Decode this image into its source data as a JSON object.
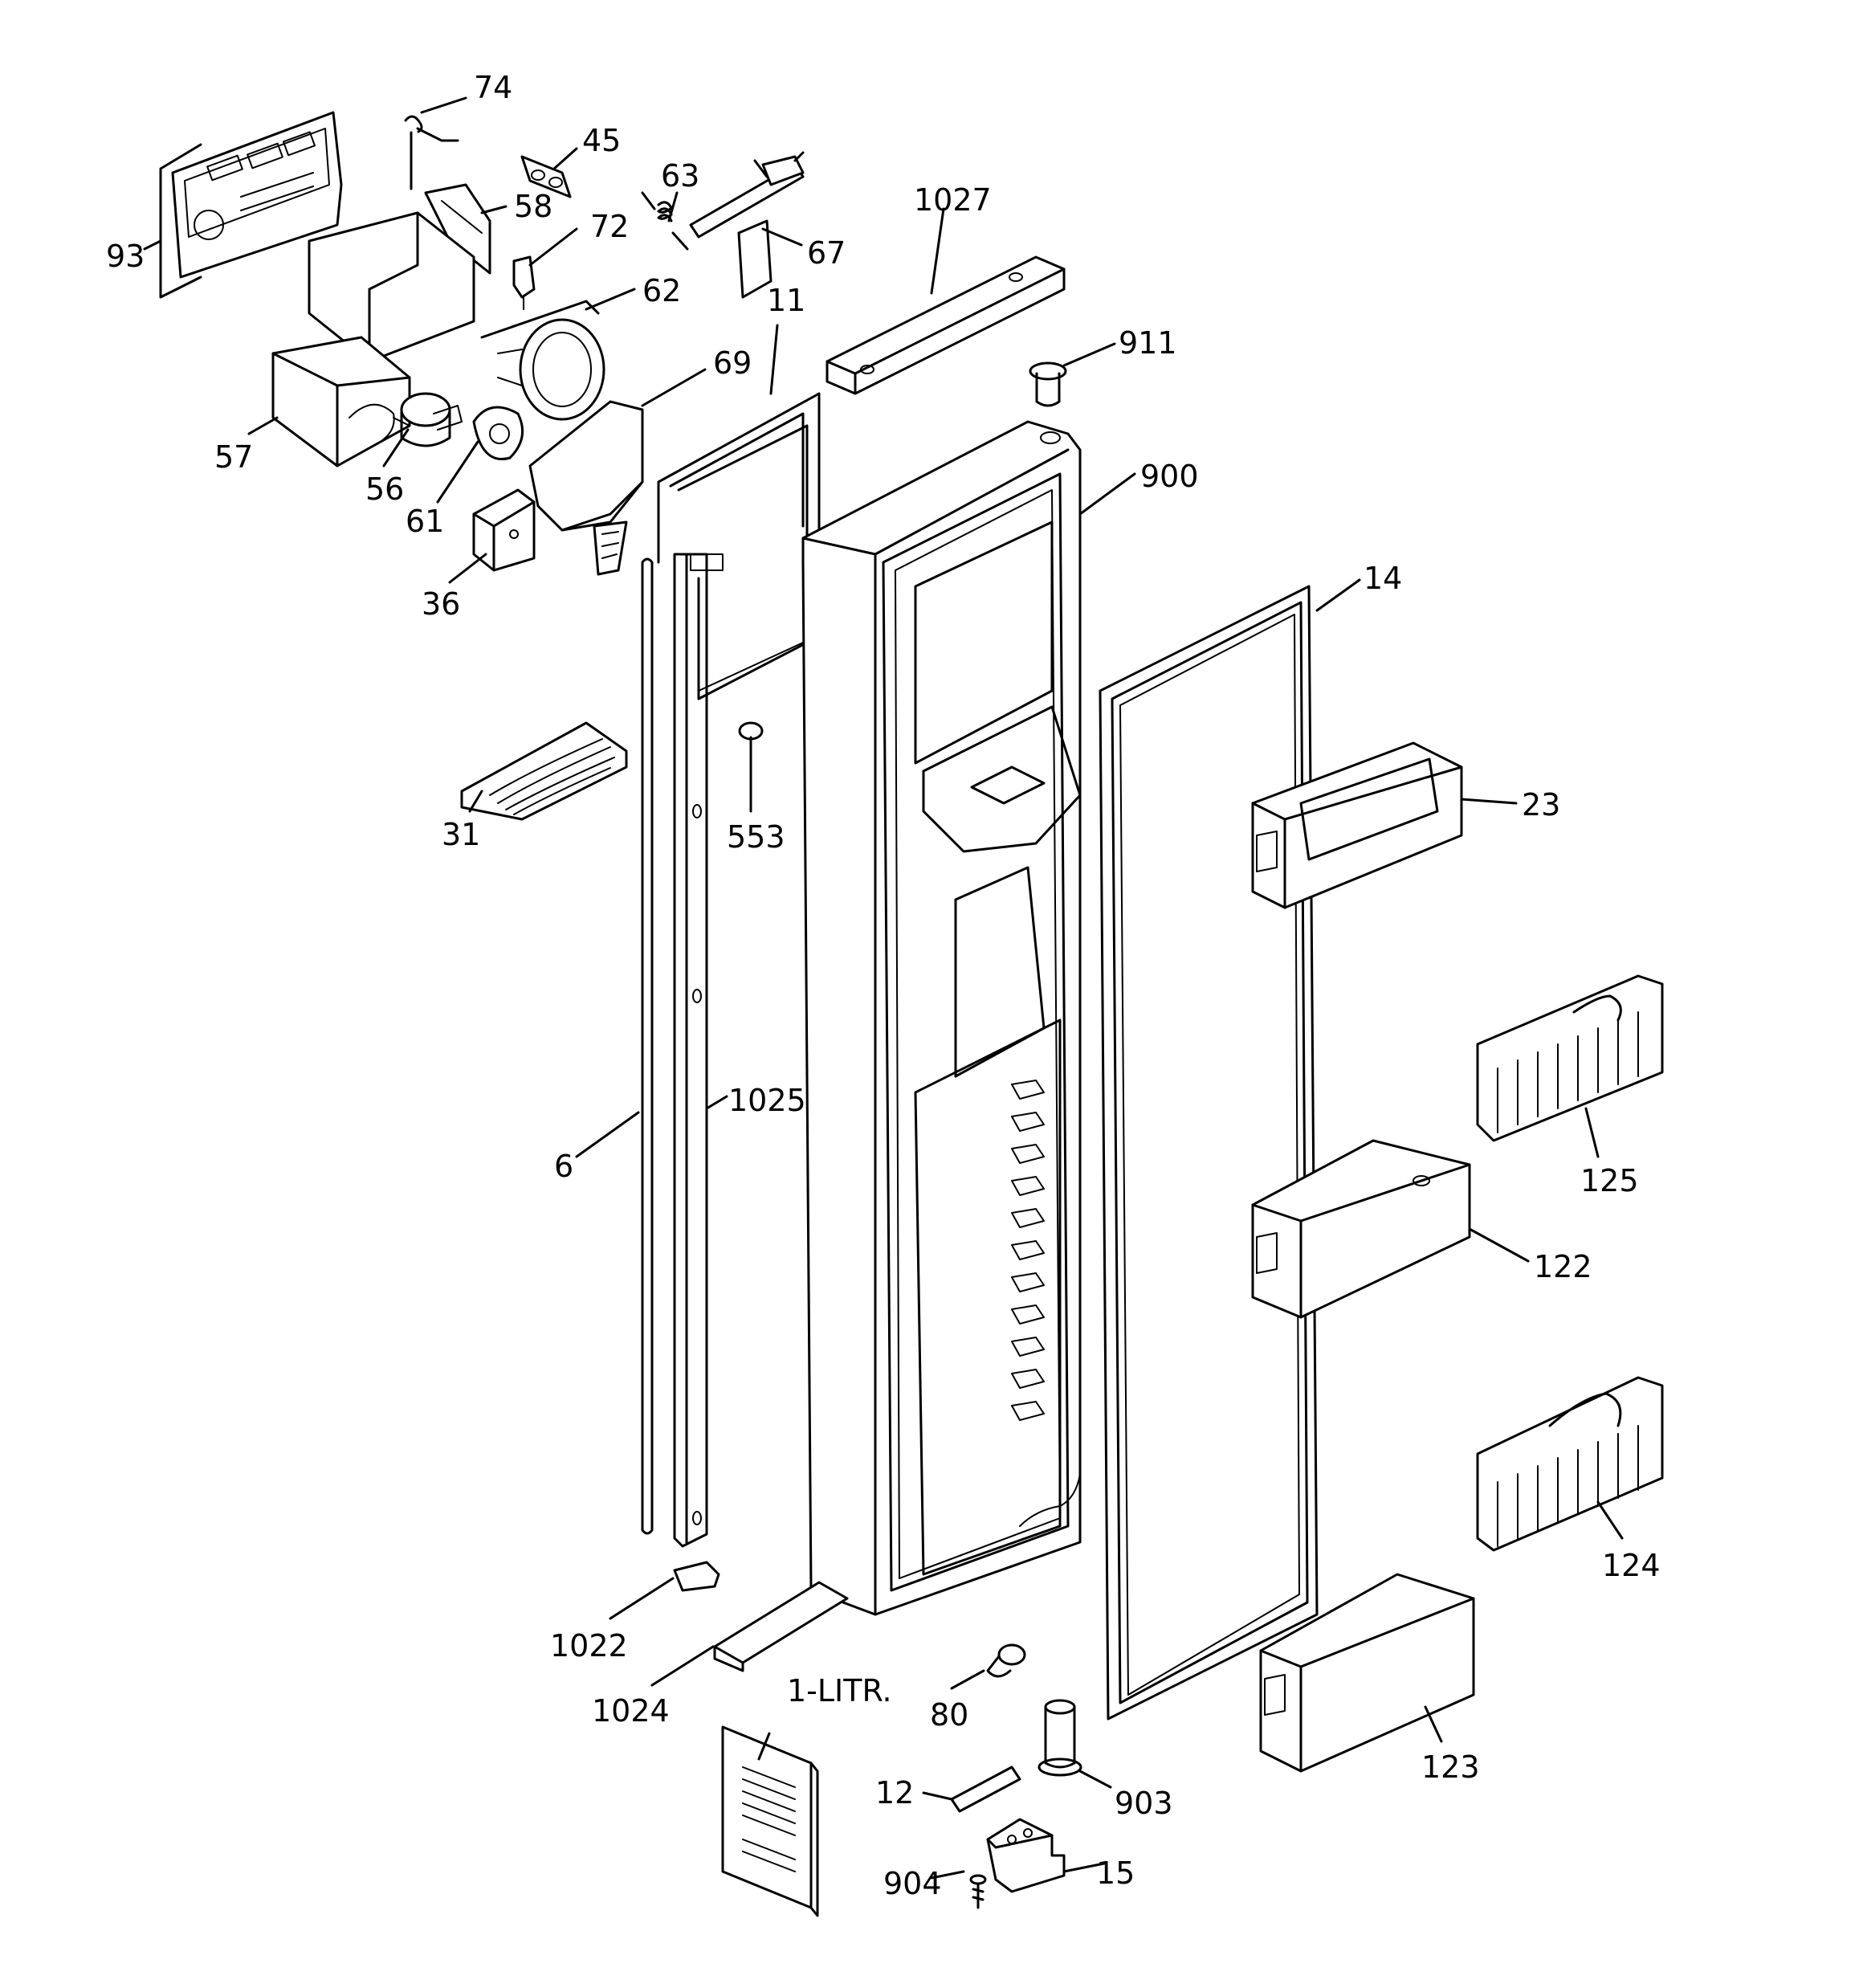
{
  "callouts": [
    {
      "id": "74"
    },
    {
      "id": "45"
    },
    {
      "id": "93"
    },
    {
      "id": "58"
    },
    {
      "id": "63"
    },
    {
      "id": "72"
    },
    {
      "id": "67"
    },
    {
      "id": "1027"
    },
    {
      "id": "62"
    },
    {
      "id": "11"
    },
    {
      "id": "911"
    },
    {
      "id": "69"
    },
    {
      "id": "57"
    },
    {
      "id": "56"
    },
    {
      "id": "61"
    },
    {
      "id": "900"
    },
    {
      "id": "36"
    },
    {
      "id": "14"
    },
    {
      "id": "553"
    },
    {
      "id": "31"
    },
    {
      "id": "23"
    },
    {
      "id": "125"
    },
    {
      "id": "1025"
    },
    {
      "id": "6"
    },
    {
      "id": "122"
    },
    {
      "id": "124"
    },
    {
      "id": "1022"
    },
    {
      "id": "1024"
    },
    {
      "id": "1-LITR."
    },
    {
      "id": "80"
    },
    {
      "id": "123"
    },
    {
      "id": "903"
    },
    {
      "id": "12"
    },
    {
      "id": "15"
    },
    {
      "id": "904"
    }
  ]
}
